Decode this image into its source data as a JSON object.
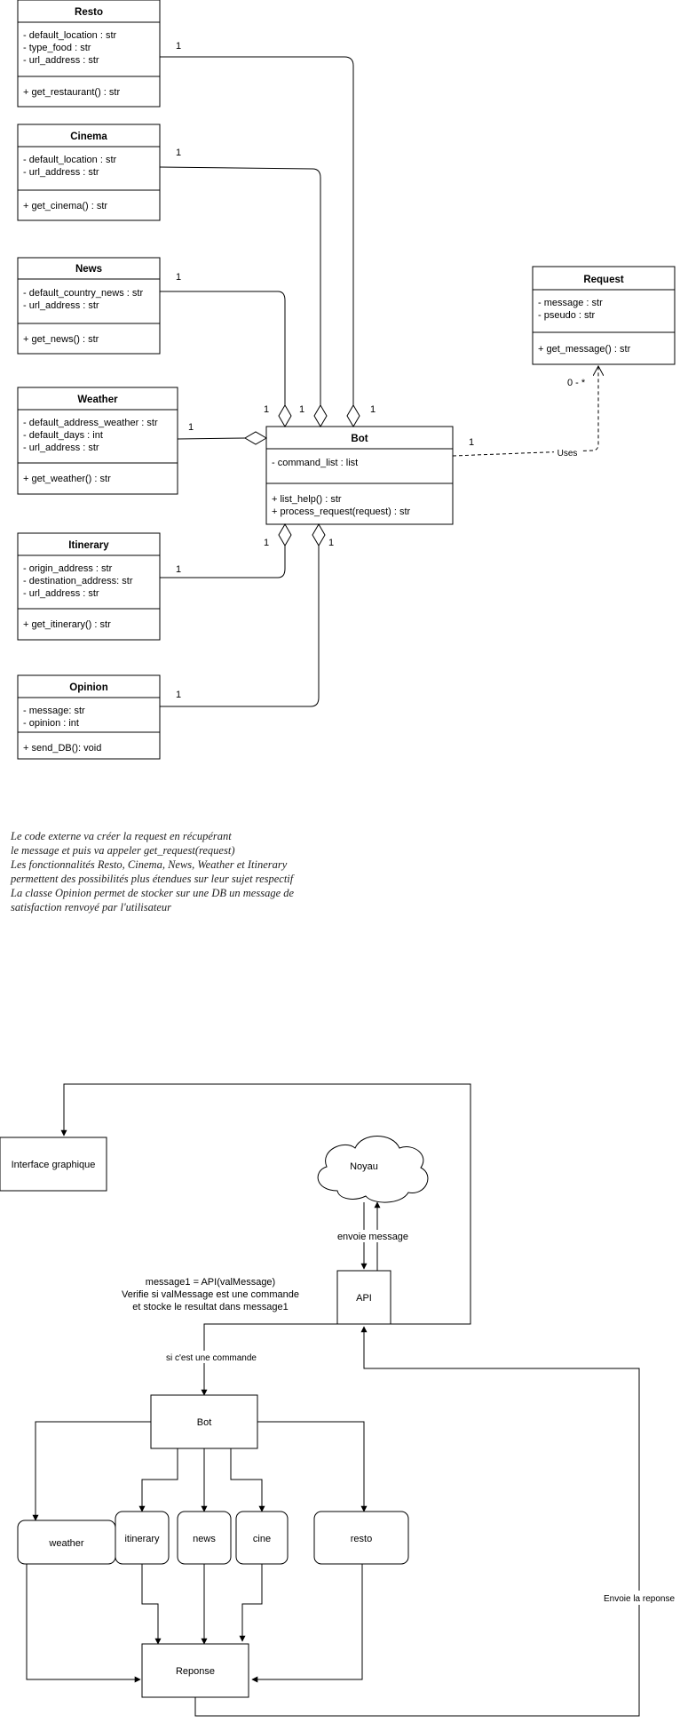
{
  "classes": {
    "resto": {
      "name": "Resto",
      "attributes": [
        "- default_location : str",
        "- type_food : str",
        "- url_address : str"
      ],
      "methods": [
        "+ get_restaurant() : str"
      ]
    },
    "cinema": {
      "name": "Cinema",
      "attributes": [
        "- default_location : str",
        "- url_address : str"
      ],
      "methods": [
        "+ get_cinema() : str"
      ]
    },
    "news": {
      "name": "News",
      "attributes": [
        "- default_country_news : str",
        "- url_address : str"
      ],
      "methods": [
        "+ get_news() : str"
      ]
    },
    "weather": {
      "name": "Weather",
      "attributes": [
        "- default_address_weather : str",
        "- default_days : int",
        "- url_address : str"
      ],
      "methods": [
        "+ get_weather() : str"
      ]
    },
    "itinerary": {
      "name": "Itinerary",
      "attributes": [
        "- origin_address : str",
        "- destination_address: str",
        "- url_address : str"
      ],
      "methods": [
        "+ get_itinerary() : str"
      ]
    },
    "opinion": {
      "name": "Opinion",
      "attributes": [
        "- message: str",
        "- opinion : int"
      ],
      "methods": [
        "+ send_DB(): void"
      ]
    },
    "bot": {
      "name": "Bot",
      "attributes": [
        "- command_list : list"
      ],
      "methods": [
        "+ list_help() : str",
        "+ process_request(request) : str"
      ]
    },
    "request": {
      "name": "Request",
      "attributes": [
        "- message : str",
        "- pseudo : str"
      ],
      "methods": [
        "+ get_message() : str"
      ]
    }
  },
  "multiplicities": {
    "one": "1",
    "zero_many": "0 - *"
  },
  "uses_label": "Uses",
  "note_lines": [
    "Le code externe va créer la request en récupérant",
    "le message et puis va appeler get_request(request)",
    "Les fonctionnalités Resto, Cinema, News, Weather et Itinerary",
    "permettent des possibilités plus étendues sur leur sujet respectif",
    "La classe Opinion permet de stocker sur une DB un message de",
    "satisfaction renvoyé par l'utilisateur"
  ],
  "flow": {
    "interface": "Interface graphique",
    "noyau": "Noyau",
    "envoie_message": "envoie message",
    "api": "API",
    "api_note": [
      "message1 = API(valMessage)",
      "Verifie si valMessage est une commande",
      "et stocke  le resultat dans message1"
    ],
    "si_commande": "si c'est une commande",
    "bot": "Bot",
    "weather": "weather",
    "itinerary": "itinerary",
    "news": "news",
    "cine": "cine",
    "resto": "resto",
    "reponse": "Reponse",
    "envoie_reponse": "Envoie la reponse"
  }
}
